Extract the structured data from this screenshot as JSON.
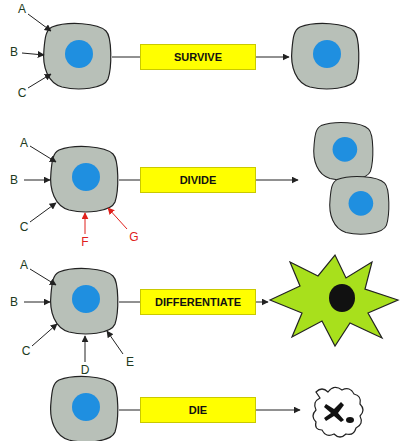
{
  "diagram": {
    "nodes": [
      {
        "text": [
          "SURVIVE"
        ]
      },
      {
        "text": [
          "DIVIDE"
        ]
      },
      {
        "text": [
          "DIFFERENTIATE"
        ]
      },
      {
        "text": [
          "DIE"
        ]
      }
    ],
    "labels": [
      "A",
      "B",
      "C",
      "A",
      "B",
      "C",
      "F",
      "G",
      "A",
      "B",
      "C",
      "D",
      "E"
    ]
  }
}
